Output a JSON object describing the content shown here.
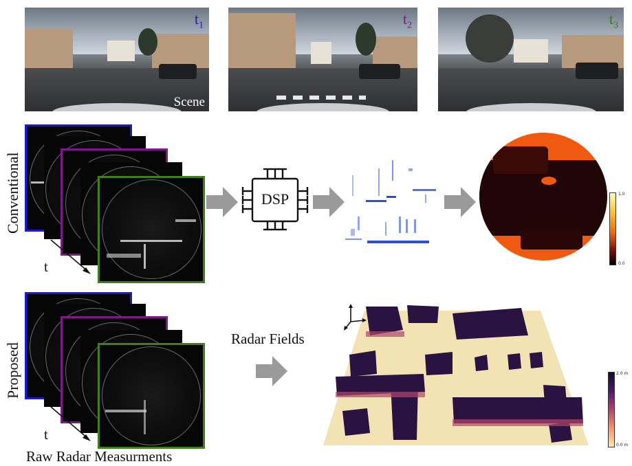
{
  "scenes": [
    {
      "label": "t",
      "subscript": "1",
      "color": "#1f1fb4",
      "caption": "Scene"
    },
    {
      "label": "t",
      "subscript": "2",
      "color": "#7a1a8c",
      "caption": ""
    },
    {
      "label": "t",
      "subscript": "3",
      "color": "#3a7a14",
      "caption": ""
    }
  ],
  "rows": {
    "conventional": "Conventional",
    "proposed": "Proposed"
  },
  "time_axis_label": "t",
  "dsp_label": "DSP",
  "radar_fields_label": "Radar Fields",
  "raw_measurements_label": "Raw Radar Measurments",
  "frame_colors": [
    "#1a1ad6",
    "#7d1a86",
    "#3f7f1c"
  ],
  "colorbars": {
    "occupancy": {
      "max": "1.0",
      "min": "0.0"
    },
    "height": {
      "max": "2.0 m",
      "min": "0.0 m"
    }
  },
  "icons": {
    "arrow": "right-arrow-icon",
    "chip": "dsp-chip-icon",
    "axes": "xyz-axes-icon"
  }
}
